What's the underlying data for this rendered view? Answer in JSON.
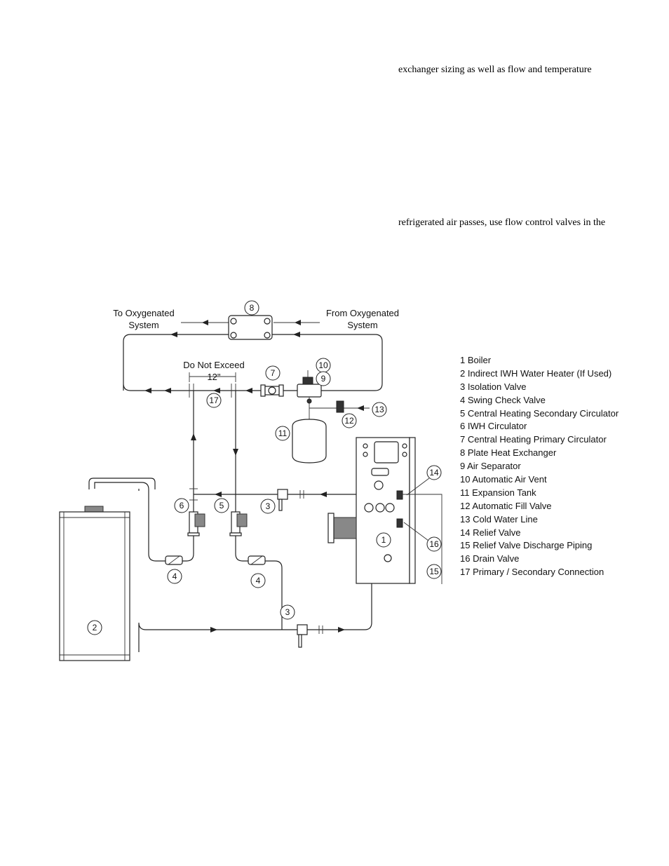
{
  "text_lines": [
    "exchanger sizing as well as flow and temperature",
    "refrigerated air passes, use flow control valves in the"
  ],
  "diagram": {
    "labels": {
      "to_system": [
        "To Oxygenated",
        "System"
      ],
      "from_system": [
        "From Oxygenated",
        "System"
      ],
      "do_not_exceed": "Do Not Exceed",
      "spacing": "12\""
    },
    "callouts": {
      "c1": "1",
      "c2": "2",
      "c3a": "3",
      "c3b": "3",
      "c4a": "4",
      "c4b": "4",
      "c5": "5",
      "c6": "6",
      "c7": "7",
      "c8": "8",
      "c9": "9",
      "c10": "10",
      "c11": "11",
      "c12": "12",
      "c13": "13",
      "c14": "14",
      "c15": "15",
      "c16": "16",
      "c17": "17"
    }
  },
  "legend": [
    "1 Boiler",
    "2 Indirect IWH Water Heater (If Used)",
    "3 Isolation Valve",
    "4 Swing Check Valve",
    "5 Central Heating Secondary Circulator",
    "6 IWH Circulator",
    "7 Central Heating Primary Circulator",
    "8 Plate Heat Exchanger",
    "9 Air Separator",
    "10 Automatic Air Vent",
    "11 Expansion Tank",
    "12 Automatic Fill Valve",
    "13 Cold Water Line",
    "14 Relief Valve",
    "15 Relief Valve Discharge Piping",
    "16 Drain Valve",
    "17 Primary / Secondary Connection"
  ]
}
